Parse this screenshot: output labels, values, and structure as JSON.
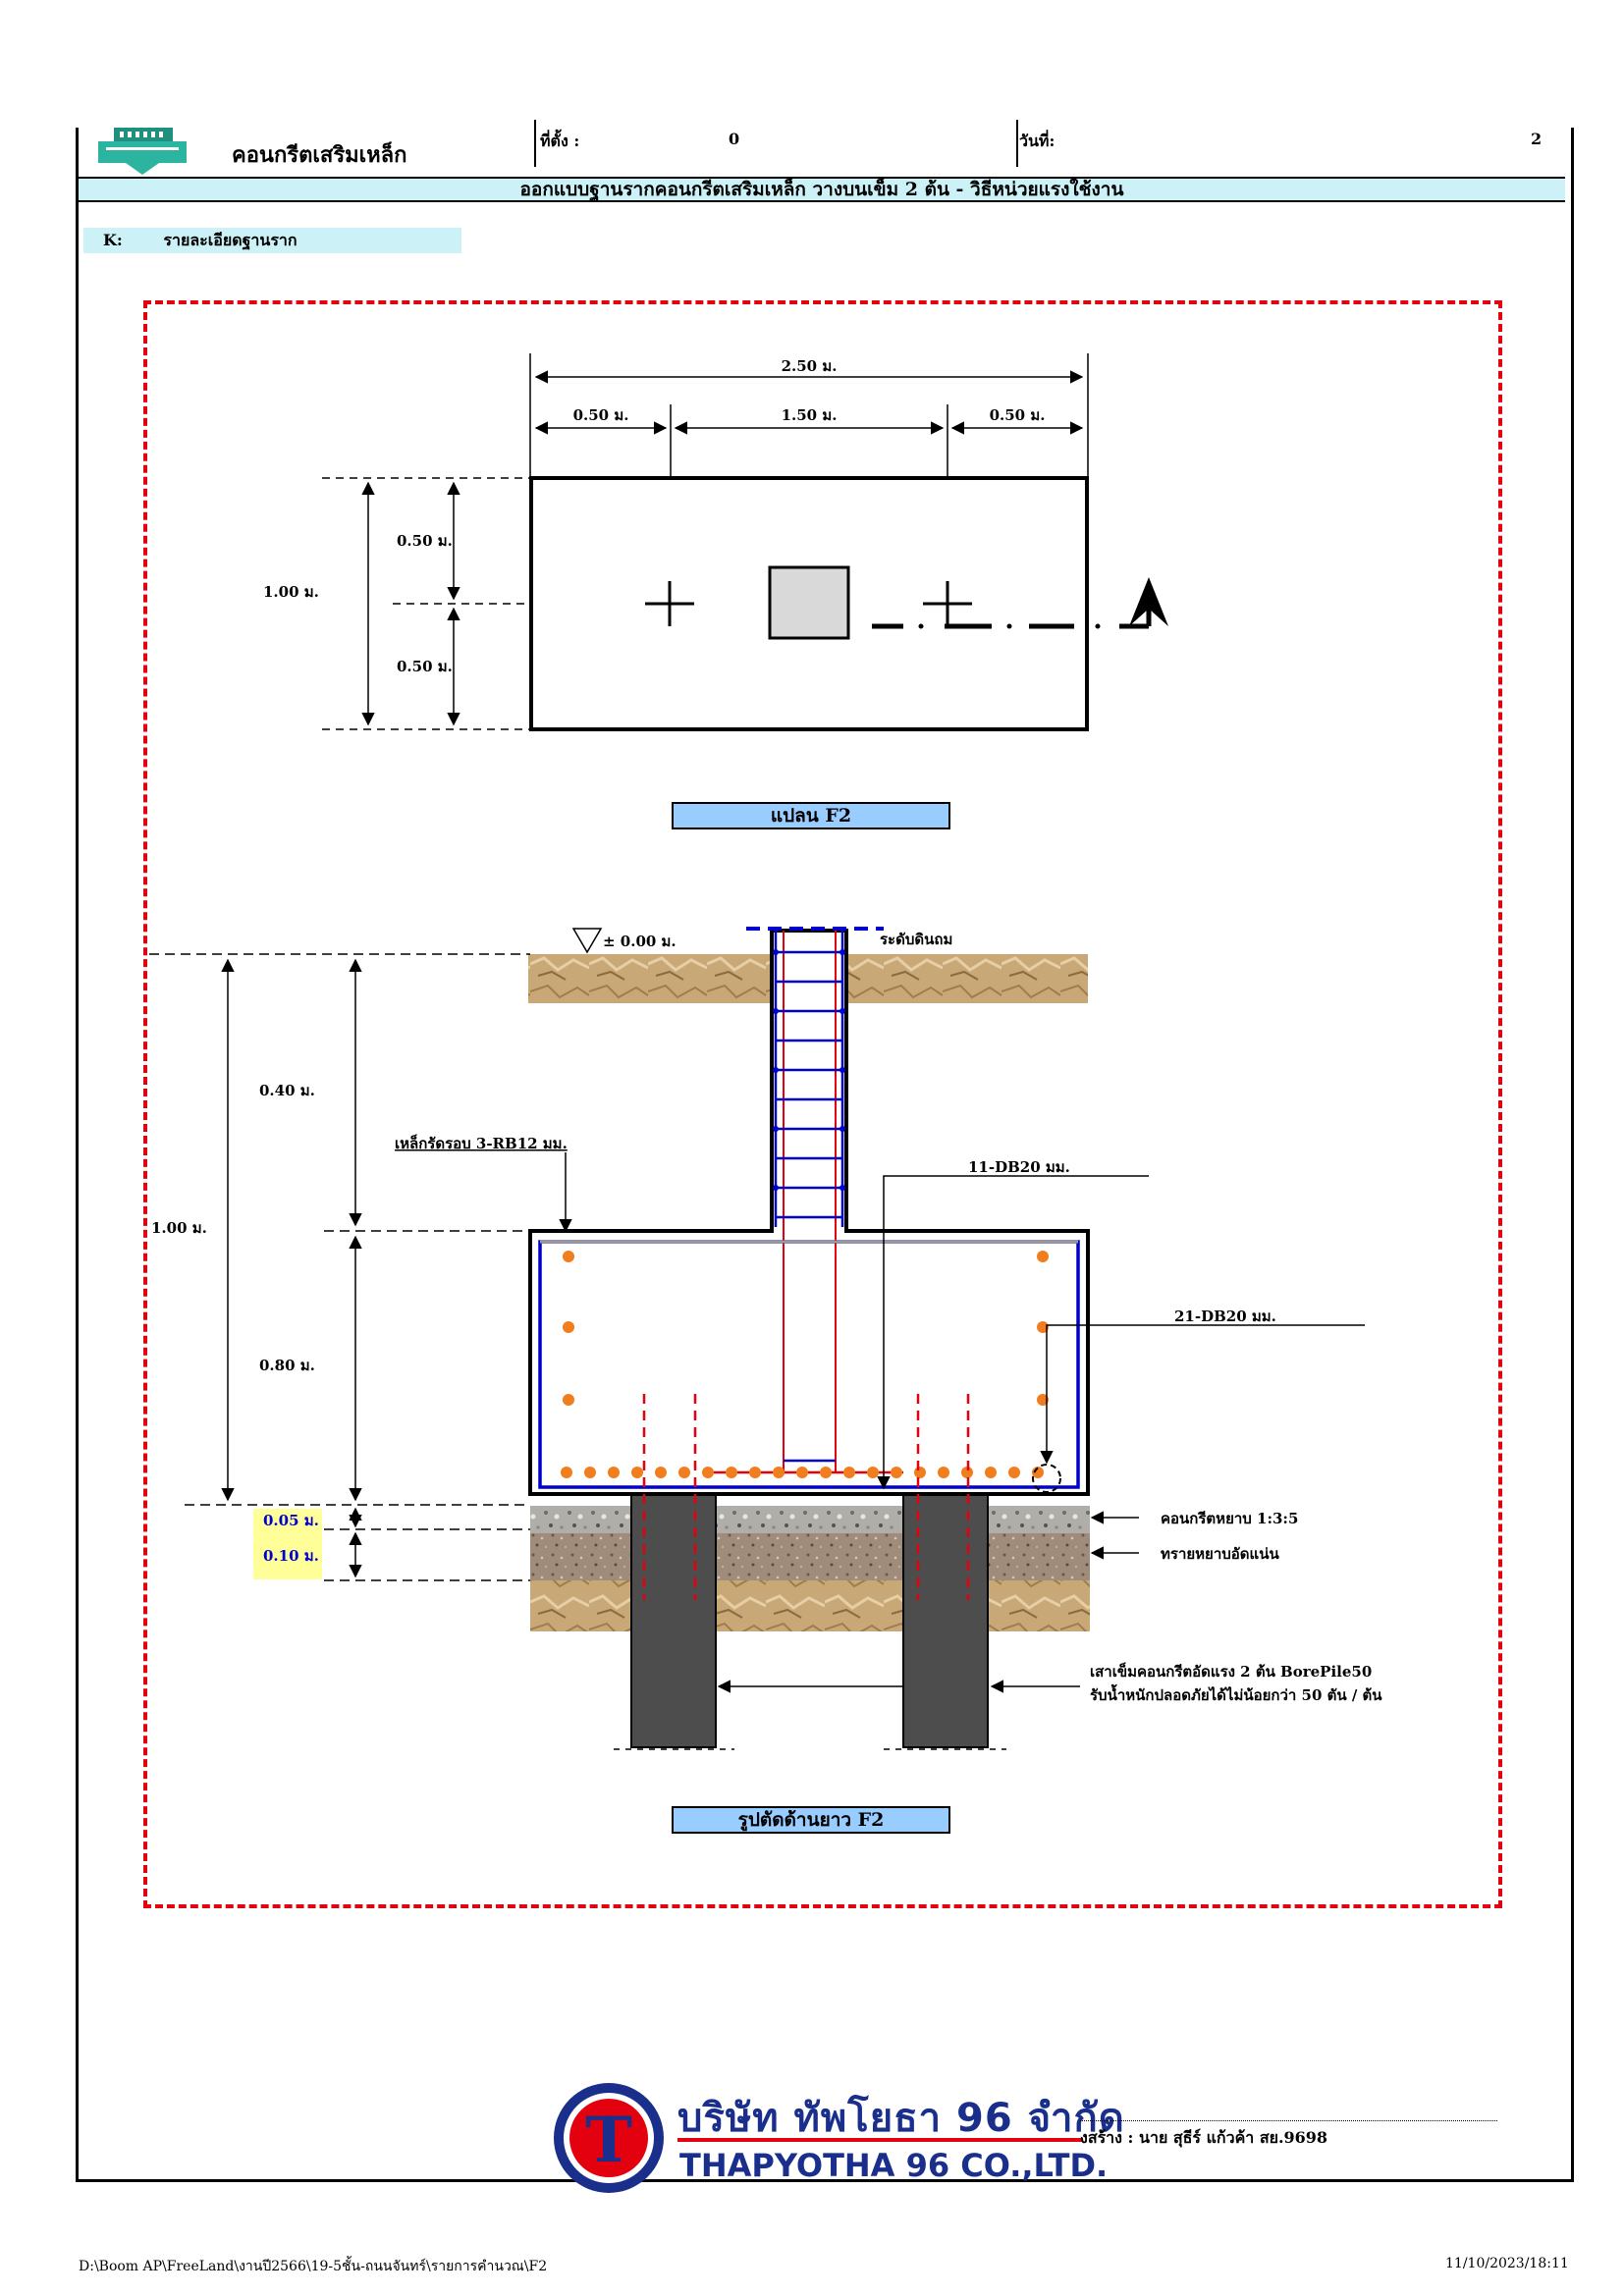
{
  "header": {
    "company_label": "คอนกรีตเสริมเหล็ก",
    "location_label": "ที่ตั้ง :",
    "location_value": "0",
    "date_label": "วันที่:",
    "date_value": "2"
  },
  "title": "ออกแบบฐานรากคอนกรีตเสริมเหล็ก วางบนเข็ม  2 ต้น - วิธีหน่วยแรงใช้งาน",
  "section": {
    "code": "K:",
    "label": "รายละเอียดฐานราก"
  },
  "plan": {
    "dim_total_width": "2.50 ม.",
    "dim_left_edge": "0.50 ม.",
    "dim_middle": "1.50 ม.",
    "dim_right_edge": "0.50 ม.",
    "dim_total_depth": "1.00 ม.",
    "dim_top_half": "0.50 ม.",
    "dim_bottom_half": "0.50 ม.",
    "caption": "แปลน F2"
  },
  "section_view": {
    "ground_level": "± 0.00 ม.",
    "fill_level_label": "ระดับดินถม",
    "dim_total_height": "1.00 ม.",
    "dim_column_stub": "0.40 ม.",
    "dim_footing_depth": "0.80 ม.",
    "dim_lean_concrete": "0.05 ม.",
    "dim_sand_bed": "0.10 ม.",
    "stirrup_label": "เหล็กรัดรอบ 3-RB12 มม.",
    "top_bar_label": "11-DB20 มม.",
    "bottom_bar_label": "21-DB20 มม.",
    "lean_concrete_label": "คอนกรีตหยาบ 1:3:5",
    "sand_label": "ทรายหยาบอัดแน่น",
    "pile_note_line1": "เสาเข็มคอนกรีตอัดแรง 2 ต้น BorePile50",
    "pile_note_line2": "รับน้ำหนักปลอดภัยได้ไม่น้อยกว่า 50 ตัน / ต้น",
    "caption": "รูปตัดด้านยาว F2"
  },
  "logo": {
    "thai_name": "บริษัท ทัพโยธา 96 จำกัด",
    "english_name": "THAPYOTHA 96 CO.,LTD.",
    "mark_letter": "T"
  },
  "signature": {
    "text": "งสร้าง :  นาย สุธีร์    แก้วค้า  สย.9698"
  },
  "footer": {
    "file_path": "D:\\Boom AP\\FreeLand\\งานปี2566\\19-5ชั้น-ถนนจันทร์\\รายการคำนวณ\\F2",
    "timestamp": "11/10/2023/18:11"
  },
  "colors": {
    "accent_cyan": "#ccf2f7",
    "caption_blue": "#99ccff",
    "frame_red": "#e3000f",
    "rebar_blue": "#0000cc",
    "rebar_orange": "#f07d1e",
    "highlight_yellow": "#ffff99"
  }
}
